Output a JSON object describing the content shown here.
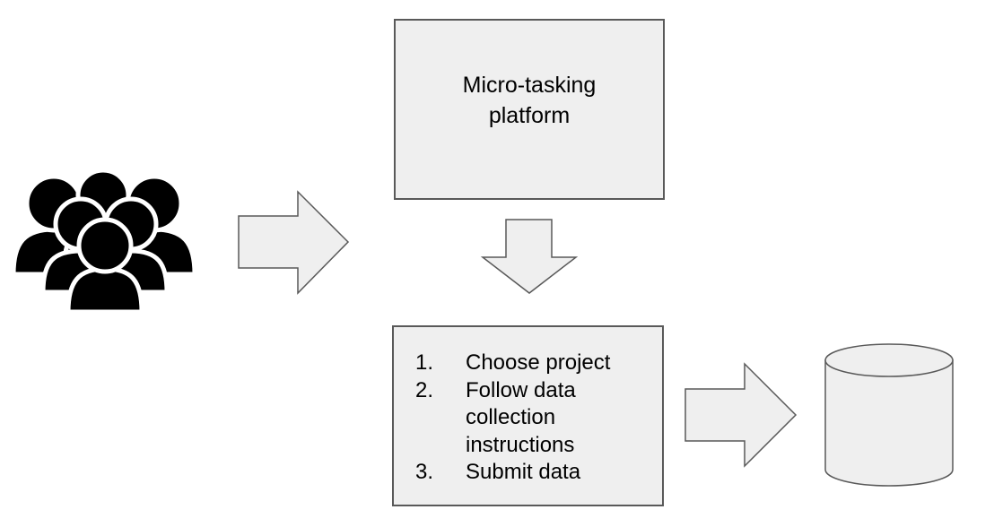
{
  "platform": {
    "label": "Micro-tasking platform"
  },
  "steps": [
    {
      "number": "1.",
      "text": "Choose project"
    },
    {
      "number": "2.",
      "text": "Follow data collection instructions"
    },
    {
      "number": "3.",
      "text": "Submit data"
    }
  ],
  "icons": {
    "crowd": "people-group-icon",
    "arrow_right": "right-arrow-icon",
    "arrow_down": "down-arrow-icon",
    "database": "database-cylinder-icon"
  },
  "colors": {
    "shape_fill": "#efefef",
    "shape_stroke": "#595959",
    "icon_fill": "#000000"
  }
}
